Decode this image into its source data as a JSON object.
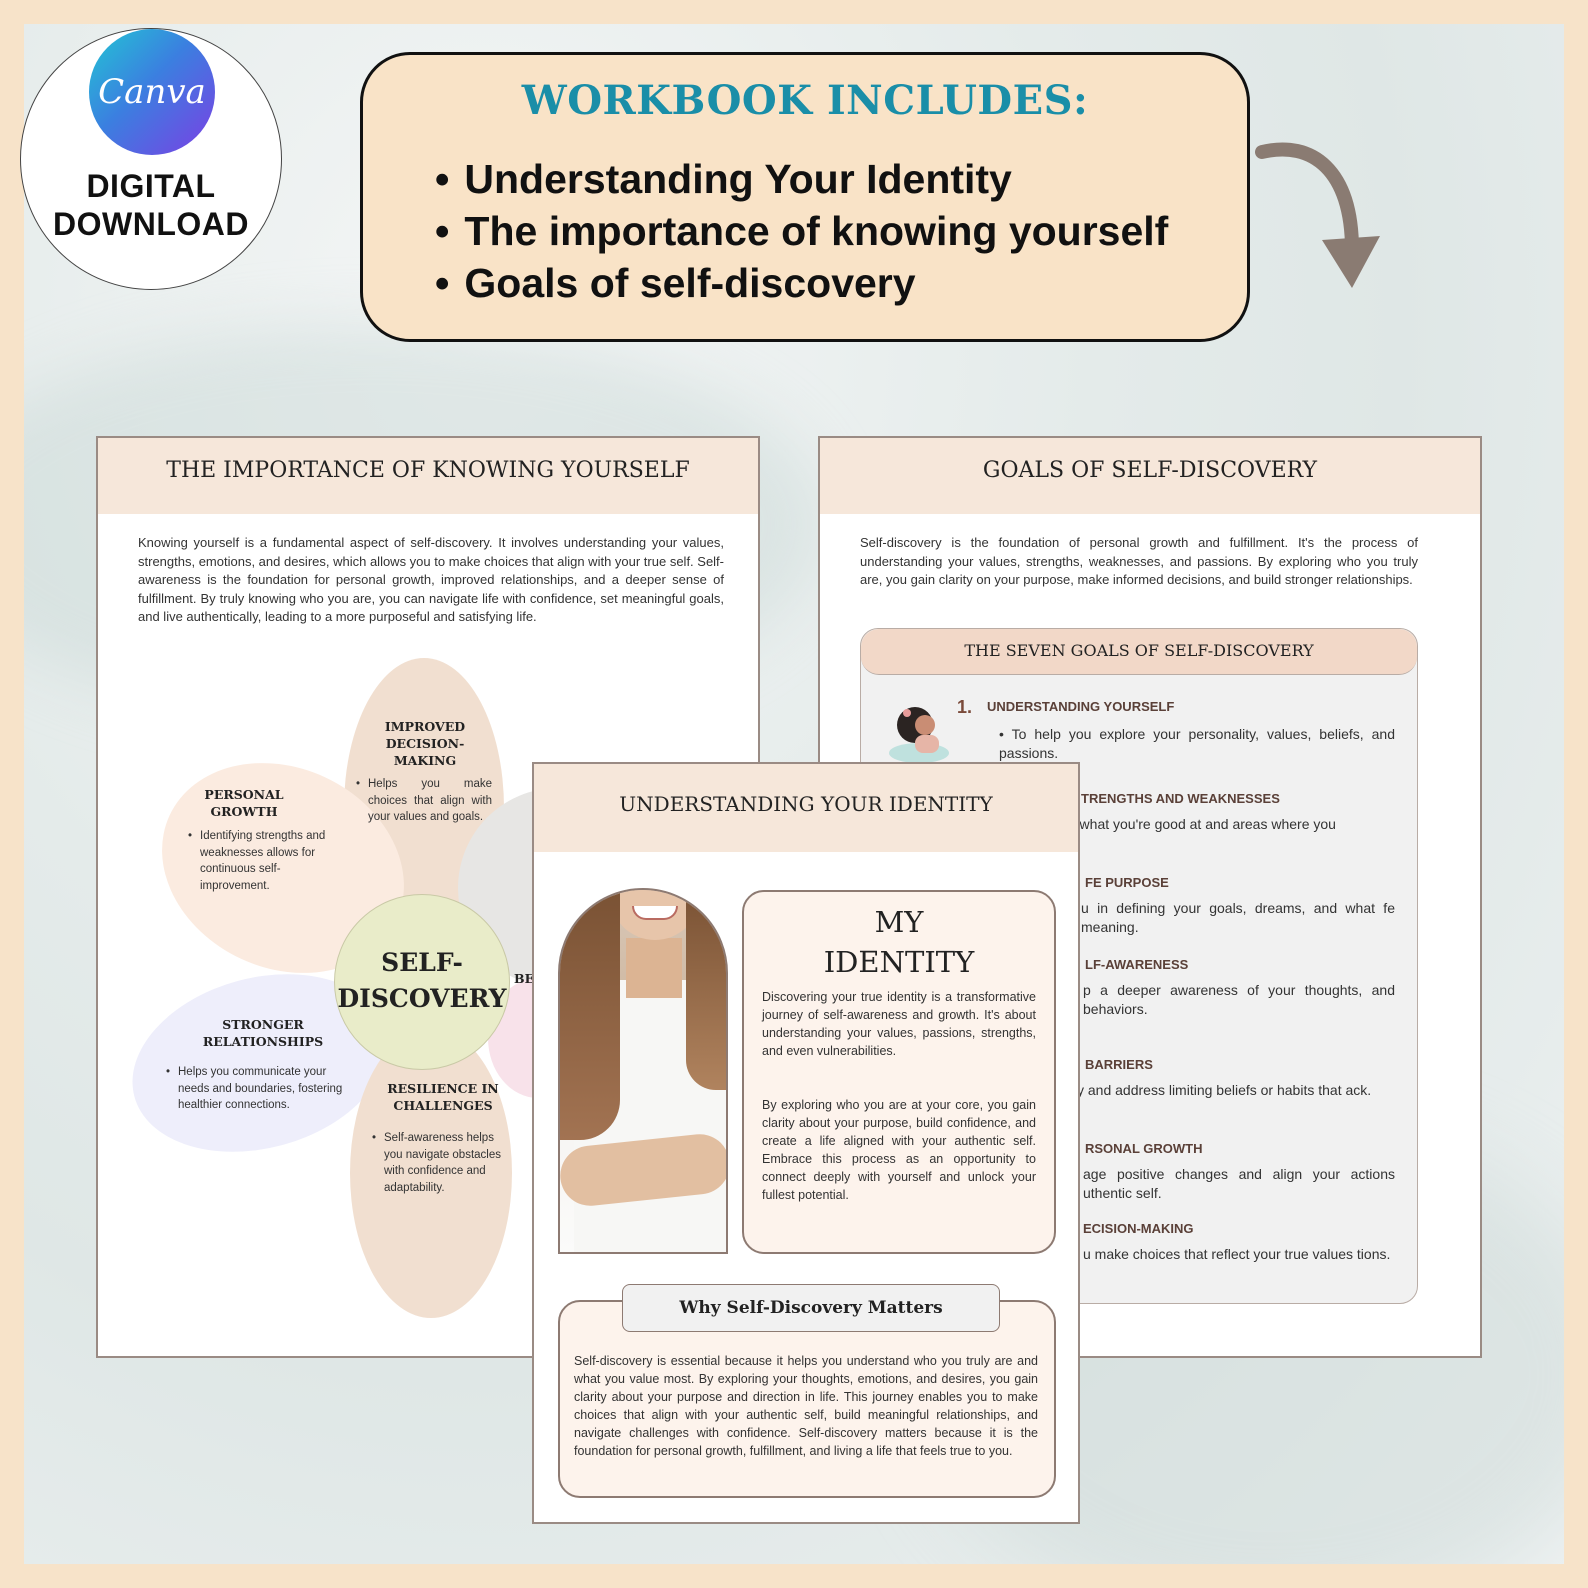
{
  "badge": {
    "logo_text": "Canva",
    "line1": "DIGITAL",
    "line2": "DOWNLOAD"
  },
  "includes": {
    "title": "WORKBOOK INCLUDES:",
    "items": [
      "Understanding Your Identity",
      "The importance of knowing yourself",
      "Goals of self-discovery"
    ]
  },
  "left_page": {
    "title": "THE IMPORTANCE OF KNOWING YOURSELF",
    "paragraph": "Knowing yourself is a fundamental aspect of self-discovery. It involves understanding your values, strengths, emotions, and desires, which allows you to make choices that align with your true self. Self-awareness is the foundation for personal growth, improved relationships, and a deeper sense of fulfillment. By truly knowing who you are, you can navigate life with confidence, set meaningful goals, and live authentically, leading to a more purposeful and satisfying life.",
    "center": "SELF-DISCOVERY",
    "petals": [
      {
        "title": "IMPROVED DECISION-MAKING",
        "text": "Helps you make choices that align with your values and goals."
      },
      {
        "title": "PERSONAL GROWTH",
        "text": "Identifying strengths and weaknesses allows for continuous self-improvement."
      },
      {
        "title": "STRONGER RELATIONSHIPS",
        "text": "Helps you communicate your needs and boundaries, fostering healthier connections."
      },
      {
        "title": "RESILIENCE IN CHALLENGES",
        "text": "Self-awareness helps you navigate obstacles with confidence and adaptability."
      }
    ],
    "hidden_petal_fragment": "BE"
  },
  "right_page": {
    "title": "GOALS OF SELF-DISCOVERY",
    "paragraph": "Self-discovery is the foundation of personal growth and fulfillment. It's the process of understanding your values, strengths, weaknesses, and passions. By exploring who you truly are, you gain clarity on your purpose, make informed decisions, and build stronger relationships.",
    "box_title": "THE SEVEN GOALS OF SELF-DISCOVERY",
    "goal1": {
      "num": "1.",
      "heading": "UNDERSTANDING YOURSELF",
      "text": "To help you explore your personality, values, beliefs, and passions."
    },
    "fragments": [
      {
        "heading": "TRENGTHS AND WEAKNESSES",
        "text": "r what you're good at and areas where you"
      },
      {
        "heading": "FE PURPOSE",
        "text": "u in defining your goals, dreams, and what fe meaning."
      },
      {
        "heading": "LF-AWARENESS",
        "text": "p a deeper awareness of your thoughts, and behaviors."
      },
      {
        "heading": "BARRIERS",
        "text": "y and address limiting beliefs or habits that ack."
      },
      {
        "heading": "RSONAL GROWTH",
        "text": "age positive changes and align your actions uthentic self."
      },
      {
        "heading": "ECISION-MAKING",
        "text": "u make choices that reflect your true values tions."
      }
    ]
  },
  "front_page": {
    "title": "UNDERSTANDING YOUR IDENTITY",
    "card_title_1": "MY",
    "card_title_2": "IDENTITY",
    "card_p1": "Discovering your true identity is a transformative journey of self-awareness and growth. It's about understanding your values, passions, strengths, and even vulnerabilities.",
    "card_p2": "By exploring who you are at your core, you gain clarity about your purpose, build confidence, and create a life aligned with your authentic self. Embrace this process as an opportunity to connect deeply with yourself and unlock your fullest potential.",
    "why_title": "Why Self-Discovery Matters",
    "why_text": "Self-discovery is essential because it helps you understand who you truly are and what you value most. By exploring your thoughts, emotions, and desires, you gain clarity about your purpose and direction in life. This journey enables you to make choices that align with your authentic self, build meaningful relationships, and navigate challenges with confidence. Self-discovery matters because it is the foundation for personal growth, fulfillment, and living a life that feels true to you."
  },
  "colors": {
    "border_frame": "#f7e3c9",
    "title_teal": "#1a8ea8",
    "includes_bg": "#f9e3c7",
    "page_header": "#f6e7da",
    "arrow": "#8a7b72"
  }
}
